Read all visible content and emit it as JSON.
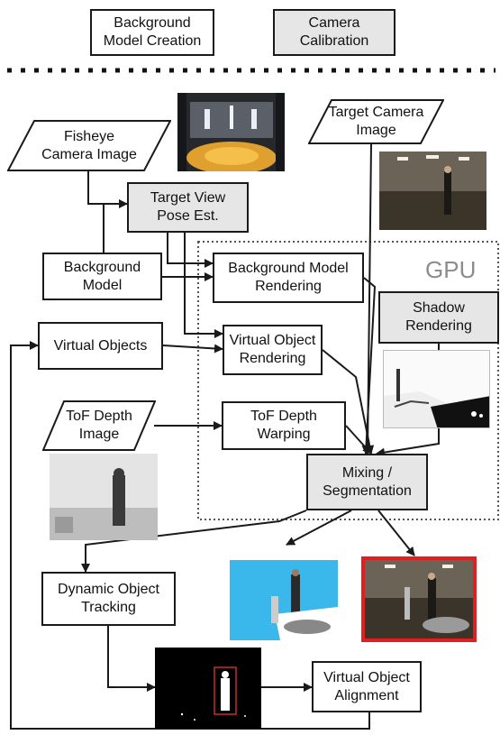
{
  "header": {
    "background_model_creation": "Background\nModel Creation",
    "camera_calibration": "Camera\nCalibration"
  },
  "inputs": {
    "fisheye_camera_image": "Fisheye\nCamera Image",
    "target_camera_image": "Target Camera\nImage",
    "tof_depth_image": "ToF Depth\nImage"
  },
  "boxes": {
    "target_view_pose_est": "Target View\nPose Est.",
    "background_model": "Background\nModel",
    "virtual_objects": "Virtual Objects",
    "background_model_rendering": "Background Model\nRendering",
    "virtual_object_rendering": "Virtual Object\nRendering",
    "shadow_rendering": "Shadow\nRendering",
    "tof_depth_warping": "ToF Depth\nWarping",
    "mixing_segmentation": "Mixing /\nSegmentation",
    "dynamic_object_tracking": "Dynamic Object\nTracking",
    "virtual_object_alignment": "Virtual Object\nAlignment"
  },
  "gpu_label": "GPU",
  "colors": {
    "gray_box": "#e6e6e6",
    "red_frame": "#e02020",
    "gpu_text": "#8c8c8c",
    "line": "#1a1a1a"
  }
}
